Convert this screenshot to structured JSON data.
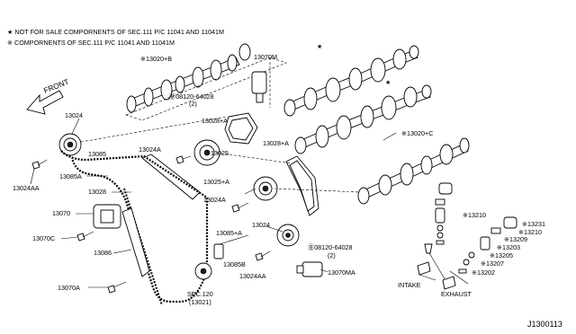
{
  "notes": {
    "star_note": "★ NOT FOR SALE COMPORNENTS OF SEC.111 P/C 11041 AND 11041M",
    "asterisk_note": "※ COMPORNENTS OF SEC.111 P/C 11041 AND 11041M"
  },
  "front_label": "FRONT",
  "labels": {
    "p13020b": "※13020+B",
    "p13070m": "13070M",
    "p08120_top": "Ⓑ08120-64028",
    "p08120_top_qty": "(2)",
    "p13028a_top": "13028+A",
    "p13024": "13024",
    "p13024aa_left": "13024AA",
    "p13024a_top": "13024A",
    "p13025": "13025",
    "p13085": "13085",
    "p13085a": "13085A",
    "p13028": "13028",
    "p13020c": "※13020+C",
    "p13028a_mid": "13028+A",
    "p13025a": "13025+A",
    "p13024a_mid": "13024A",
    "p13070": "13070",
    "p13070c": "13070C",
    "p13086": "13086",
    "p13024_mid": "13024",
    "p13085a_plus": "13085+A",
    "p13085b": "13085B",
    "p08120_bot": "Ⓑ08120-64028",
    "p08120_bot_qty": "(2)",
    "p13024aa_bot": "13024AA",
    "p13070a": "13070A",
    "p13070ma": "13070MA",
    "sec120": "SEC.120",
    "sec120_sub": "(13021)",
    "p13210_left": "※13210",
    "p13231": "※13231",
    "p13210_right": "※13210",
    "p13209": "※13209",
    "p13203": "※13203",
    "p13205": "※13205",
    "p13207": "※13207",
    "p13202": "※13202",
    "intake": "INTAKE",
    "exhaust": "EXHAUST",
    "diagram_code": "J1300113"
  }
}
